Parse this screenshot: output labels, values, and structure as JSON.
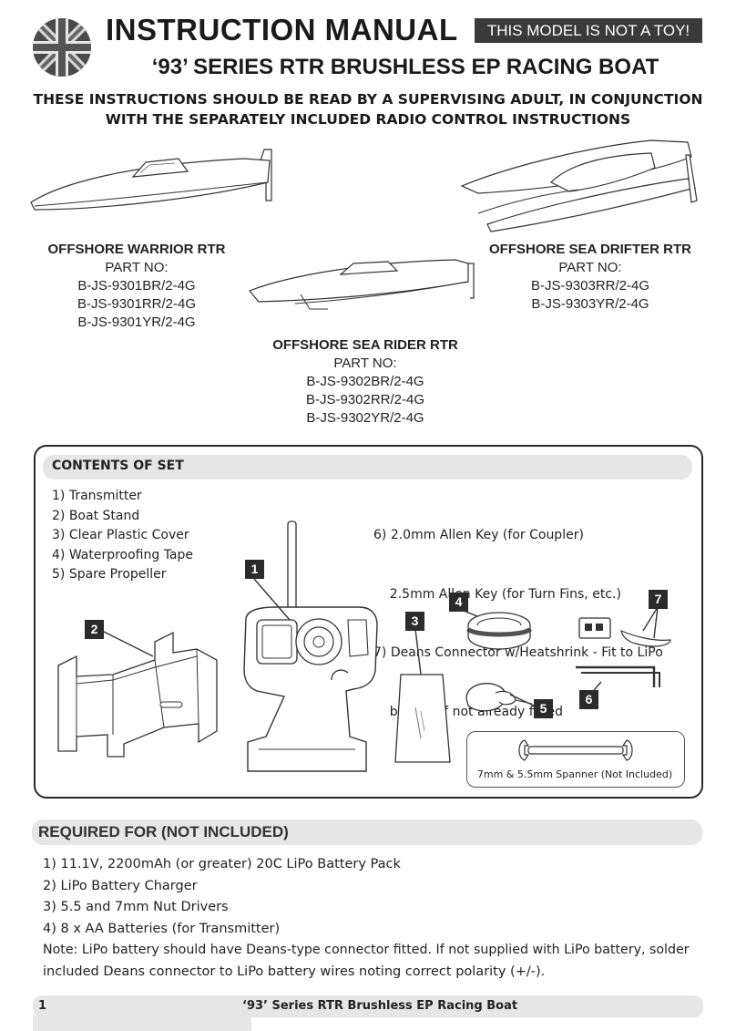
{
  "header": {
    "title": "INSTRUCTION MANUAL",
    "not_toy": "THIS MODEL IS NOT A TOY!",
    "subtitle": "‘93’ SERIES RTR BRUSHLESS EP RACING BOAT",
    "warning_line1": "THESE INSTRUCTIONS SHOULD BE READ BY A SUPERVISING ADULT, IN CONJUNCTION",
    "warning_line2": "WITH THE  SEPARATELY INCLUDED RADIO CONTROL INSTRUCTIONS"
  },
  "boats": {
    "warrior": {
      "name": "OFFSHORE WARRIOR RTR",
      "part_label": "PART NO:",
      "parts": [
        "B-JS-9301BR/2-4G",
        "B-JS-9301RR/2-4G",
        "B-JS-9301YR/2-4G"
      ]
    },
    "drifter": {
      "name": "OFFSHORE SEA DRIFTER RTR",
      "part_label": "PART NO:",
      "parts": [
        "B-JS-9303RR/2-4G",
        "B-JS-9303YR/2-4G"
      ]
    },
    "rider": {
      "name": "OFFSHORE SEA RIDER RTR",
      "part_label": "PART NO:",
      "parts": [
        "B-JS-9302BR/2-4G",
        "B-JS-9302RR/2-4G",
        "B-JS-9302YR/2-4G"
      ]
    }
  },
  "contents": {
    "title": "CONTENTS OF SET",
    "left_items": [
      "1) Transmitter",
      "2) Boat Stand",
      "3) Clear Plastic Cover",
      "4) Waterproofing Tape",
      "5) Spare Propeller"
    ],
    "right_items": [
      "6) 2.0mm Allen Key (for Coupler)",
      "    2.5mm Allen Key (for Turn Fins, etc.)",
      "7) Deans Connector w/Heatshrink - Fit to LiPo",
      "    battery if not already fitted"
    ],
    "badges": [
      "1",
      "2",
      "3",
      "4",
      "5",
      "6",
      "7"
    ],
    "spanner_caption": "7mm & 5.5mm Spanner (Not Included)"
  },
  "required": {
    "title": "REQUIRED FOR (NOT INCLUDED)",
    "items": [
      "1) 11.1V, 2200mAh (or greater) 20C LiPo Battery Pack",
      "2) LiPo Battery Charger",
      "3) 5.5 and 7mm Nut Drivers",
      "4) 8 x AA Batteries (for Transmitter)",
      "Note: LiPo battery should have Deans-type connector fitted. If not supplied with LiPo battery, solder",
      "included Deans connector to LiPo battery wires noting correct polarity (+/-)."
    ]
  },
  "footer": {
    "page": "1",
    "title": "‘93’ Series RTR Brushless EP Racing Boat"
  }
}
